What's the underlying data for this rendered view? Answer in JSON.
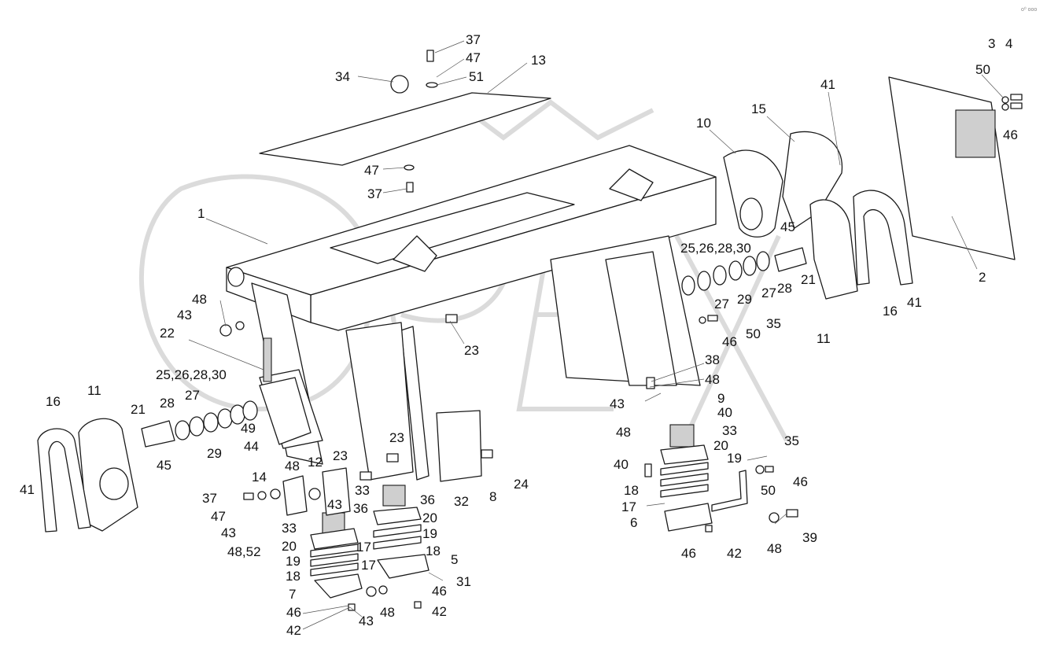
{
  "watermark": "OPEX",
  "corner_mark": "о⁰ ооо",
  "callouts": [
    {
      "id": "c37a",
      "text": "37"
    },
    {
      "id": "c47a",
      "text": "47"
    },
    {
      "id": "c51",
      "text": "51"
    },
    {
      "id": "c34",
      "text": "34"
    },
    {
      "id": "c13",
      "text": "13"
    },
    {
      "id": "c47b",
      "text": "47"
    },
    {
      "id": "c37b",
      "text": "37"
    },
    {
      "id": "c1",
      "text": "1"
    },
    {
      "id": "c3",
      "text": "3"
    },
    {
      "id": "c4",
      "text": "4"
    },
    {
      "id": "c50a",
      "text": "50"
    },
    {
      "id": "c46a",
      "text": "46"
    },
    {
      "id": "c41a",
      "text": "41"
    },
    {
      "id": "c15",
      "text": "15"
    },
    {
      "id": "c10",
      "text": "10"
    },
    {
      "id": "c2",
      "text": "2"
    },
    {
      "id": "c45a",
      "text": "45"
    },
    {
      "id": "c25a",
      "text": "25,26,28,30"
    },
    {
      "id": "c21a",
      "text": "21"
    },
    {
      "id": "c28a",
      "text": "28"
    },
    {
      "id": "c27a",
      "text": "27"
    },
    {
      "id": "c29a",
      "text": "29"
    },
    {
      "id": "c27b",
      "text": "27"
    },
    {
      "id": "c16a",
      "text": "16"
    },
    {
      "id": "c41b",
      "text": "41"
    },
    {
      "id": "c11a",
      "text": "11"
    },
    {
      "id": "c35a",
      "text": "35"
    },
    {
      "id": "c50b",
      "text": "50"
    },
    {
      "id": "c46b",
      "text": "46"
    },
    {
      "id": "c48a",
      "text": "48"
    },
    {
      "id": "c43a",
      "text": "43"
    },
    {
      "id": "c22",
      "text": "22"
    },
    {
      "id": "c23a",
      "text": "23"
    },
    {
      "id": "c38",
      "text": "38"
    },
    {
      "id": "c48b",
      "text": "48"
    },
    {
      "id": "c9",
      "text": "9"
    },
    {
      "id": "c43b",
      "text": "43"
    },
    {
      "id": "c40a",
      "text": "40"
    },
    {
      "id": "c48c",
      "text": "48"
    },
    {
      "id": "c33a",
      "text": "33"
    },
    {
      "id": "c20a",
      "text": "20"
    },
    {
      "id": "c19a",
      "text": "19"
    },
    {
      "id": "c25b",
      "text": "25,26,28,30"
    },
    {
      "id": "c27c",
      "text": "27"
    },
    {
      "id": "c28b",
      "text": "28"
    },
    {
      "id": "c21b",
      "text": "21"
    },
    {
      "id": "c16b",
      "text": "16"
    },
    {
      "id": "c11b",
      "text": "11"
    },
    {
      "id": "c49",
      "text": "49"
    },
    {
      "id": "c29b",
      "text": "29"
    },
    {
      "id": "c44",
      "text": "44"
    },
    {
      "id": "c45b",
      "text": "45"
    },
    {
      "id": "c41c",
      "text": "41"
    },
    {
      "id": "c23b",
      "text": "23"
    },
    {
      "id": "c23c",
      "text": "23"
    },
    {
      "id": "c12",
      "text": "12"
    },
    {
      "id": "c48d",
      "text": "48"
    },
    {
      "id": "c14",
      "text": "14"
    },
    {
      "id": "c37c",
      "text": "37"
    },
    {
      "id": "c47c",
      "text": "47"
    },
    {
      "id": "c43c",
      "text": "43"
    },
    {
      "id": "c33b",
      "text": "33"
    },
    {
      "id": "c43d",
      "text": "43"
    },
    {
      "id": "c36a",
      "text": "36"
    },
    {
      "id": "c36b",
      "text": "36"
    },
    {
      "id": "c32",
      "text": "32"
    },
    {
      "id": "c8",
      "text": "8"
    },
    {
      "id": "c24",
      "text": "24"
    },
    {
      "id": "c40b",
      "text": "40"
    },
    {
      "id": "c18a",
      "text": "18"
    },
    {
      "id": "c17a",
      "text": "17"
    },
    {
      "id": "c6",
      "text": "6"
    },
    {
      "id": "c35b",
      "text": "35"
    },
    {
      "id": "c46c",
      "text": "46"
    },
    {
      "id": "c50c",
      "text": "50"
    },
    {
      "id": "c39",
      "text": "39"
    },
    {
      "id": "c48e",
      "text": "48"
    },
    {
      "id": "c42a",
      "text": "42"
    },
    {
      "id": "c46d",
      "text": "46"
    },
    {
      "id": "c33c",
      "text": "33"
    },
    {
      "id": "c20b",
      "text": "20"
    },
    {
      "id": "c20c",
      "text": "20"
    },
    {
      "id": "c17b",
      "text": "17"
    },
    {
      "id": "c19b",
      "text": "19"
    },
    {
      "id": "c18b",
      "text": "18"
    },
    {
      "id": "c17c",
      "text": "17"
    },
    {
      "id": "c18c",
      "text": "18"
    },
    {
      "id": "c19c",
      "text": "19"
    },
    {
      "id": "c5",
      "text": "5"
    },
    {
      "id": "c7",
      "text": "7"
    },
    {
      "id": "c31",
      "text": "31"
    },
    {
      "id": "c46e",
      "text": "46"
    },
    {
      "id": "c48f",
      "text": "48"
    },
    {
      "id": "c42b",
      "text": "42"
    },
    {
      "id": "c46f",
      "text": "46"
    },
    {
      "id": "c42c",
      "text": "42"
    },
    {
      "id": "c43e",
      "text": "43"
    },
    {
      "id": "c48g",
      "text": "48,52"
    }
  ]
}
